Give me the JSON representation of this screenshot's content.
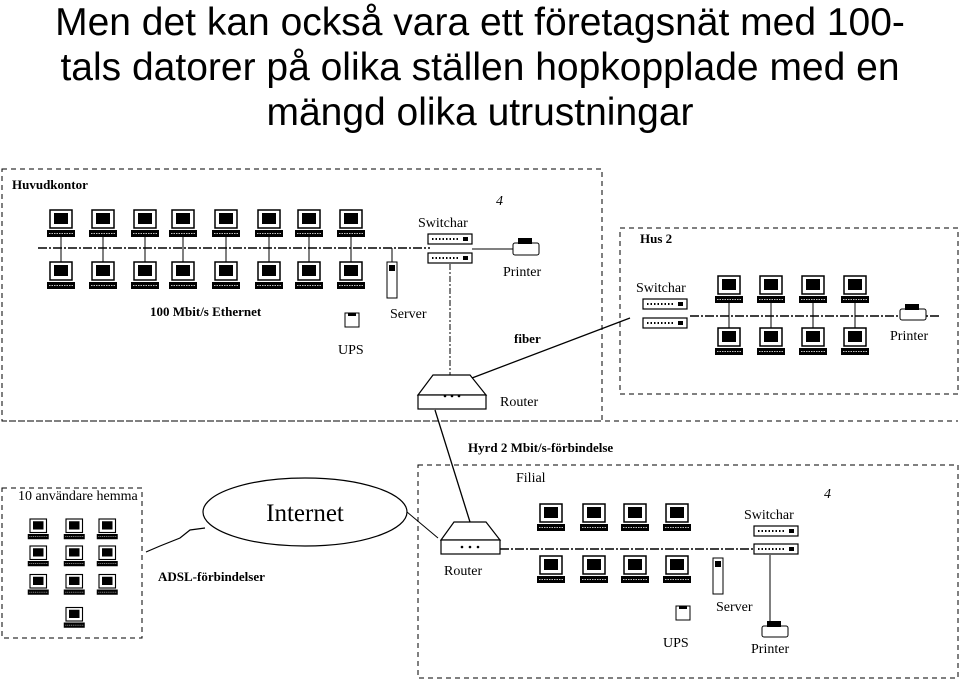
{
  "title": {
    "line1": "Men det kan också vara ett företagsnät med 100-",
    "line2": "tals datorer på olika ställen hopkopplade med en",
    "line3": "mängd olika utrustningar"
  },
  "labels": {
    "huvudkontor": "Huvudkontor",
    "ethernet": "100 Mbit/s Ethernet",
    "switch_main": "Switchar",
    "printer_main": "Printer",
    "server_main": "Server",
    "ups_main": "UPS",
    "fiber": "fiber",
    "router_main": "Router",
    "hus2": "Hus 2",
    "switch_hus2": "Switchar",
    "printer_hus2": "Printer",
    "leased": "Hyrd 2 Mbit/s-förbindelse",
    "filial": "Filial",
    "switch_filial": "Switchar",
    "router_filial": "Router",
    "server_filial": "Server",
    "ups_filial": "UPS",
    "printer_filial": "Printer",
    "internet": "Internet",
    "adsl": "ADSL-förbindelser",
    "home_users": "10 användare hemma",
    "mark_main": "4",
    "mark_filial": "4"
  }
}
